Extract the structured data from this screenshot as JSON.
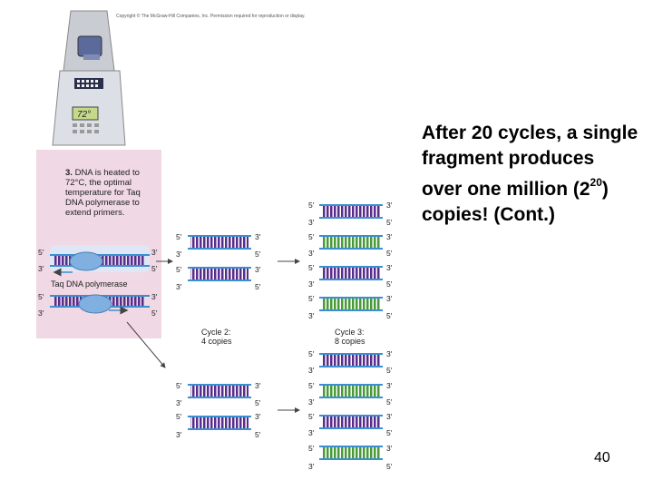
{
  "copyright": "Copyright © The McGraw-Hill Companies, Inc. Permission required for reproduction or display.",
  "machine": {
    "display": "72°"
  },
  "step": {
    "number": "3.",
    "text": "DNA is heated to 72°C, the optimal temperature for Taq DNA polymerase to extend primers."
  },
  "taq_label": "Taq DNA polymerase",
  "cycle2": {
    "line1": "Cycle 2:",
    "line2": "4 copies"
  },
  "cycle3": {
    "line1": "Cycle 3:",
    "line2": "8 copies"
  },
  "title": {
    "part1": "After 20 cycles, a single fragment produces over one million (2",
    "superscript": "20",
    "part2": ") copies! (Cont.)"
  },
  "page_number": "40",
  "strand_end_5": "5′",
  "strand_end_3": "3′",
  "colors": {
    "purple": "#5a2d8c",
    "blue": "#3a8fd0",
    "green": "#4a9a3a",
    "pink_panel": "#f0d8e4"
  }
}
